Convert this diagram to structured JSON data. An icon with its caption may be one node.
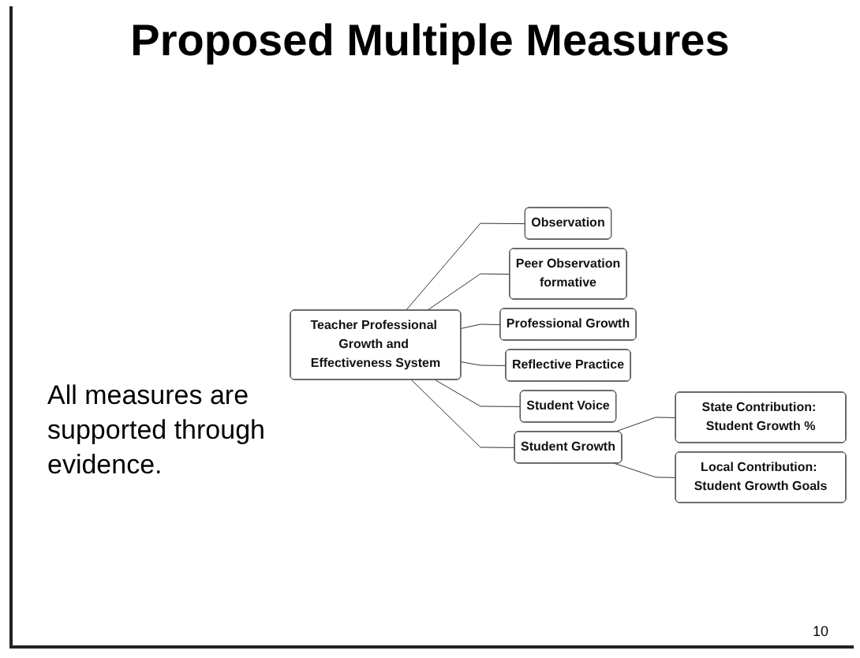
{
  "diagram": {
    "title": "Proposed Multiple Measures",
    "nodes": [
      {
        "text": [
          "Teacher Professional Growth and Effectiveness System"
        ]
      },
      {
        "text": [
          "Observation"
        ]
      },
      {
        "text": [
          "Peer Observation",
          "formative"
        ]
      },
      {
        "text": [
          "Professional Growth"
        ]
      },
      {
        "text": [
          "Reflective Practice"
        ]
      },
      {
        "text": [
          "Student Voice"
        ]
      },
      {
        "text": [
          "Student Growth"
        ]
      },
      {
        "text": [
          "State Contribution: Student Growth %"
        ]
      },
      {
        "text": [
          "Local Contribution: Student Growth Goals"
        ]
      }
    ],
    "edges": [
      {
        "from": 0,
        "to": 1,
        "arrow": "none"
      },
      {
        "from": 0,
        "to": 2,
        "arrow": "none"
      },
      {
        "from": 0,
        "to": 3,
        "arrow": "none"
      },
      {
        "from": 0,
        "to": 4,
        "arrow": "none"
      },
      {
        "from": 0,
        "to": 5,
        "arrow": "none"
      },
      {
        "from": 0,
        "to": 6,
        "arrow": "none"
      },
      {
        "from": 6,
        "to": 7,
        "arrow": "none"
      },
      {
        "from": 6,
        "to": 8,
        "arrow": "none"
      }
    ],
    "labels": [
      "All measures are supported through evidence.",
      "10"
    ]
  }
}
